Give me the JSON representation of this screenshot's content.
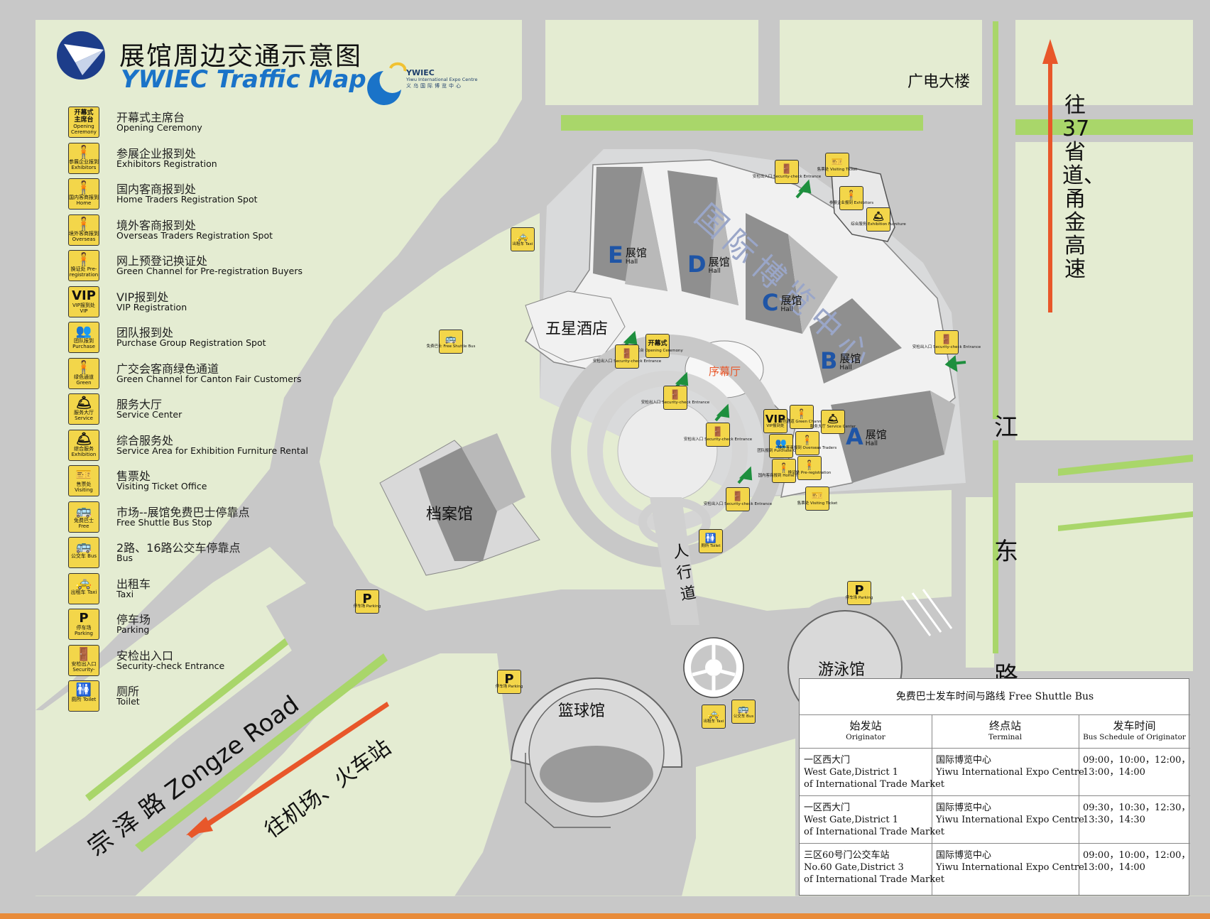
{
  "title": {
    "zh": "展馆周边交通示意图",
    "en": "YWIEC Traffic Map"
  },
  "logo": {
    "name": "YWIEC",
    "sub_en": "Yiwu International Expo Centre",
    "sub_zh": "义乌国际博览中心"
  },
  "legend": [
    {
      "icon": "opening-ceremony-icon",
      "glyph": "开幕式\n主席台",
      "sub": "Opening Ceremony",
      "zh": "开幕式主席台",
      "en": "Opening Ceremony"
    },
    {
      "icon": "exhibitors-registration-icon",
      "glyph": "🧍",
      "sub": "参展企业报到 Exhibitors Registration",
      "zh": "参展企业报到处",
      "en": "Exhibitors Registration"
    },
    {
      "icon": "home-traders-icon",
      "glyph": "🧍",
      "sub": "国内客商报到 Home Traders",
      "zh": "国内客商报到处",
      "en": "Home Traders Registration Spot"
    },
    {
      "icon": "overseas-traders-icon",
      "glyph": "🧍",
      "sub": "境外客商报到 Overseas Traders",
      "zh": "境外客商报到处",
      "en": "Overseas Traders Registration Spot"
    },
    {
      "icon": "pre-registration-icon",
      "glyph": "🧍",
      "sub": "换证处 Pre-registration Spot",
      "zh": "网上预登记换证处",
      "en": "Green Channel for Pre-registration Buyers"
    },
    {
      "icon": "vip-icon",
      "glyph": "VIP",
      "sub": "VIP报到处 VIP Registration",
      "zh": "VIP报到处",
      "en": "VIP Registration"
    },
    {
      "icon": "purchase-group-icon",
      "glyph": "👥",
      "sub": "团队报到 Purchase Group",
      "zh": "团队报到处",
      "en": "Purchase Group Registration Spot"
    },
    {
      "icon": "green-channel-icon",
      "glyph": "🧍",
      "sub": "绿色通道 Green Channel",
      "zh": "广交会客商绿色通道",
      "en": "Green Channel for Canton Fair Customers"
    },
    {
      "icon": "service-center-icon",
      "glyph": "🛎",
      "sub": "服务大厅 Service Center",
      "zh": "服务大厅",
      "en": "Service Center"
    },
    {
      "icon": "service-area-icon",
      "glyph": "🛎",
      "sub": "综合服务 Exhibition Furniture Rental",
      "zh": "综合服务处",
      "en": "Service Area  for Exhibition Furniture Rental"
    },
    {
      "icon": "ticket-office-icon",
      "glyph": "🎫",
      "sub": "售票处 Visiting Ticket",
      "zh": "售票处",
      "en": "Visiting Ticket Office"
    },
    {
      "icon": "shuttle-bus-icon",
      "glyph": "🚌",
      "sub": "免费巴士 Free Shuttle Bus",
      "zh": "市场--展馆免费巴士停靠点",
      "en": "Free Shuttle Bus Stop"
    },
    {
      "icon": "bus-icon",
      "glyph": "🚌",
      "sub": "公交车 Bus",
      "zh": "2路、16路公交车停靠点",
      "en": "Bus"
    },
    {
      "icon": "taxi-icon",
      "glyph": "🚕",
      "sub": "出租车 Taxi",
      "zh": "出租车",
      "en": "Taxi"
    },
    {
      "icon": "parking-icon",
      "glyph": "P",
      "sub": "停车场 Parking",
      "zh": "停车场",
      "en": "Parking"
    },
    {
      "icon": "security-check-icon",
      "glyph": "🚪",
      "sub": "安检出入口 Security-check Entrance",
      "zh": "安检出入口",
      "en": "Security-check Entrance"
    },
    {
      "icon": "toilet-icon",
      "glyph": "🚻",
      "sub": "厕所 Toilet",
      "zh": "厕所",
      "en": "Toilet"
    }
  ],
  "places": {
    "guangdian": "广电大楼",
    "expo_center": "国际博览中心",
    "hotel": "五星酒店",
    "prelude_hall": "序幕厅",
    "archives": "档案馆",
    "pedestrian": "人行道",
    "swimming": "游泳馆",
    "basketball": "篮球馆",
    "jiangdong_road": "江东路",
    "zongze_road": "宗 泽 路 Zongze Road",
    "to_airport": "往机场、火车站",
    "to_highway": "往37省道、甬金高速"
  },
  "halls": [
    {
      "letter": "E",
      "zh": "展馆",
      "en": "Hall"
    },
    {
      "letter": "D",
      "zh": "展馆",
      "en": "Hall"
    },
    {
      "letter": "C",
      "zh": "展馆",
      "en": "Hall"
    },
    {
      "letter": "B",
      "zh": "展馆",
      "en": "Hall"
    },
    {
      "letter": "A",
      "zh": "展馆",
      "en": "Hall"
    }
  ],
  "map_signs": {
    "taxi": {
      "g": "🚕",
      "s": "出租车 Taxi"
    },
    "bus": {
      "g": "🚌",
      "s": "免费巴士 Free Shuttle Bus"
    },
    "security": {
      "g": "🚪",
      "s": "安检出入口 Security-check Entrance"
    },
    "opening": {
      "g": "开幕式",
      "s": "主席台 Opening Ceremony"
    },
    "parking": {
      "g": "P",
      "s": "停车场 Parking"
    },
    "toilet": {
      "g": "🚻",
      "s": "厕所 Toilet"
    },
    "ticket": {
      "g": "🎫",
      "s": "售票处 Visiting Ticket"
    },
    "exhibitors": {
      "g": "🧍",
      "s": "参展企业报到 Exhibitors"
    },
    "service_area": {
      "g": "🛎",
      "s": "综合服务 Exhibition Furniture"
    },
    "vip": {
      "g": "VIP",
      "s": "VIP报到处"
    },
    "green": {
      "g": "🧍",
      "s": "绿色通道 Green Channel"
    },
    "service_center": {
      "g": "🛎",
      "s": "服务大厅 Service Center"
    },
    "purchase": {
      "g": "👥",
      "s": "团队报到 Purchase Group"
    },
    "overseas": {
      "g": "🧍",
      "s": "境外客商报到 Overseas Traders"
    },
    "home": {
      "g": "🧍",
      "s": "国内客商报到 Home Traders"
    },
    "prereg": {
      "g": "🧍",
      "s": "换证处 Pre-registration"
    },
    "city_bus": {
      "g": "🚌",
      "s": "公交车 Bus"
    }
  },
  "schedule": {
    "title": "免费巴士发车时间与路线 Free Shuttle Bus",
    "headers": [
      {
        "zh": "始发站",
        "en": "Originator"
      },
      {
        "zh": "终点站",
        "en": "Terminal"
      },
      {
        "zh": "发车时间",
        "en": "Bus Schedule of Originator"
      }
    ],
    "rows": [
      {
        "origin": [
          "一区西大门",
          "West Gate,District 1",
          "of International Trade Market"
        ],
        "terminal": [
          "国际博览中心",
          "Yiwu International Expo Centre"
        ],
        "times": [
          "09:00，10:00，12:00，",
          "13:00，14:00"
        ]
      },
      {
        "origin": [
          "一区西大门",
          "West Gate,District 1",
          "of International Trade Market"
        ],
        "terminal": [
          "国际博览中心",
          "Yiwu International Expo Centre"
        ],
        "times": [
          "09:30，10:30，12:30，",
          "13:30，14:30"
        ]
      },
      {
        "origin": [
          "三区60号门公交车站",
          "No.60 Gate,District 3",
          "of International Trade Market"
        ],
        "terminal": [
          "国际博览中心",
          "Yiwu International Expo Centre"
        ],
        "times": [
          "09:00，10:00，12:00，",
          "13:00，14:00"
        ]
      }
    ]
  },
  "colors": {
    "background_green": "#e4ecd2",
    "road_gray": "#c8c8c8",
    "grass_bar": "#a9d66a",
    "arrow_orange": "#e8572a",
    "arrow_green": "#1e8f3e",
    "sign_yellow": "#f3d64a",
    "title_blue": "#1a73c8"
  }
}
